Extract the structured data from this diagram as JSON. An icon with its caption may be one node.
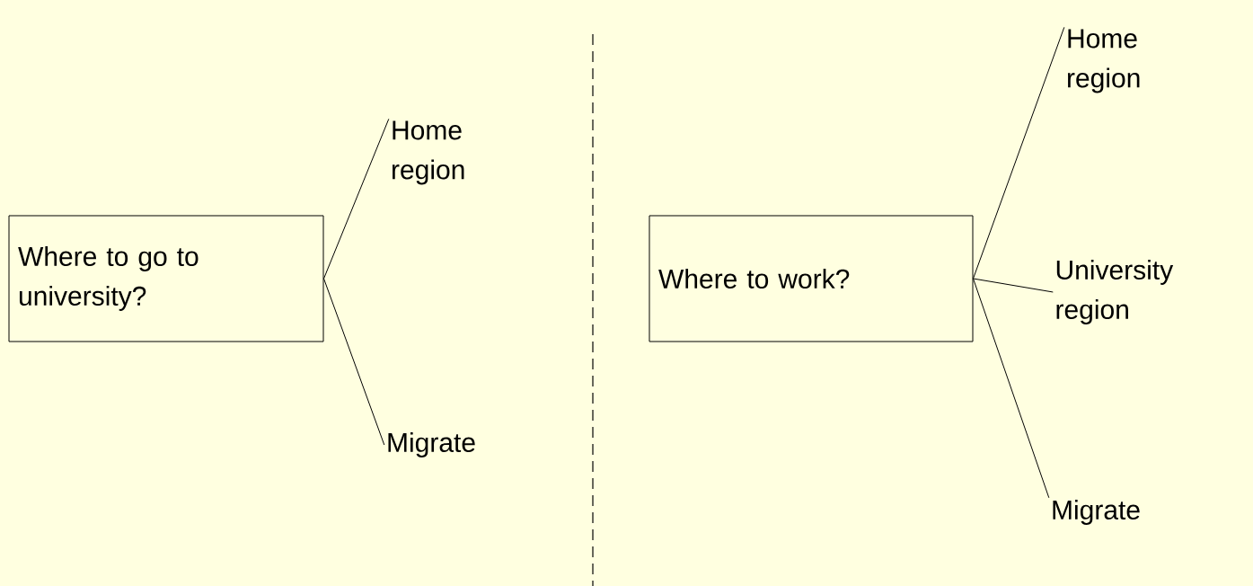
{
  "diagram": {
    "nodes": [
      {
        "text": [
          "Where to go to university?"
        ]
      },
      {
        "text": [
          "Home region"
        ]
      },
      {
        "text": [
          "Migrate"
        ]
      },
      {
        "text": [
          "Where to work?"
        ]
      },
      {
        "text": [
          "Home region"
        ]
      },
      {
        "text": [
          "University region"
        ]
      },
      {
        "text": [
          "Migrate"
        ]
      }
    ],
    "edges": [
      {
        "from": 0,
        "to": 1,
        "arrow": "none"
      },
      {
        "from": 0,
        "to": 2,
        "arrow": "none"
      },
      {
        "from": 3,
        "to": 4,
        "arrow": "none"
      },
      {
        "from": 3,
        "to": 5,
        "arrow": "none"
      },
      {
        "from": 3,
        "to": 6,
        "arrow": "none"
      }
    ]
  }
}
